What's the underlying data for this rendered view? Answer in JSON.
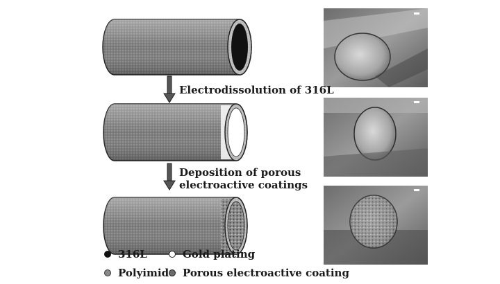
{
  "steps": {
    "step1": "Electrodissolution of 316L",
    "step2_line1": "Deposition of porous",
    "step2_line2": "electroactive coatings"
  },
  "legend": {
    "item1": "316L",
    "item2": "Gold plating",
    "item3": "Polyimide",
    "item4": "Porous electroactive coating"
  },
  "colors": {
    "steel_core": "#111111",
    "gold_plating": "#ffffff",
    "polyimide": "#8a8a8a",
    "porous_coating": "#6a6a6a"
  }
}
